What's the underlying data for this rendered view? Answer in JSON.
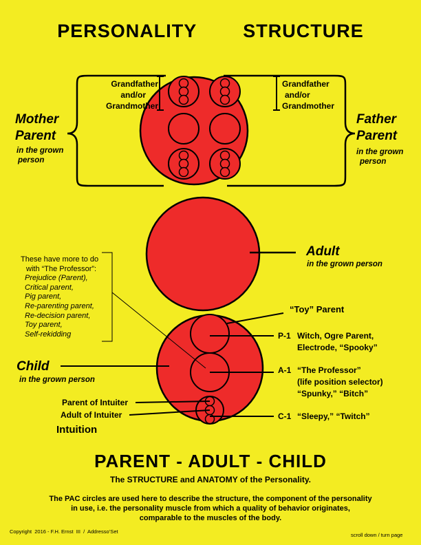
{
  "title": "PERSONALITY   STRUCTURE",
  "mother": {
    "label1": "Mother",
    "label2": "Parent",
    "sub1": "in the grown",
    "sub2": "person",
    "grandparents": [
      "Grandfather",
      "and/or",
      "Grandmother"
    ]
  },
  "father": {
    "label1": "Father",
    "label2": "Parent",
    "sub1": "in the grown",
    "sub2": "person",
    "grandparents": [
      "Grandfather",
      "and/or",
      "Grandmother"
    ]
  },
  "adult": {
    "label": "Adult",
    "sub": "in the grown person"
  },
  "professor_note": {
    "head1": "These have more to do",
    "head2": "with “The Professor”:",
    "items": [
      "Prejudice (Parent),",
      "Critical parent,",
      "Pig parent,",
      "Re-parenting parent,",
      "Re-decision parent,",
      "Toy parent,",
      "Self-rekidding"
    ]
  },
  "child": {
    "label": "Child",
    "sub": "in the grown person",
    "parent_of_intuiter": "Parent of Intuiter",
    "adult_of_intuiter": "Adult of Intuiter",
    "intuition": "Intuition"
  },
  "right_labels": {
    "toy_parent": "“Toy” Parent",
    "p1_code": "P-1",
    "p1_line1": "Witch, Ogre Parent,",
    "p1_line2": "Electrode, “Spooky”",
    "a1_code": "A-1",
    "a1_line1": "“The Professor”",
    "a1_line2": "(life position selector)",
    "a1_line3": "“Spunky,” “Bitch”",
    "c1_code": "C-1",
    "c1_line1": "“Sleepy,” “Twitch”"
  },
  "pac_title": "PARENT - ADULT - CHILD",
  "subtitle": "The STRUCTURE and ANATOMY of the Personality.",
  "description": [
    "The PAC circles are used here to describe the structure, the component of the personality",
    "in use, i.e. the personality muscle from which a quality of behavior originates,",
    "comparable to the muscles of the body."
  ],
  "copyright": "Copyright  2016 - F.H. Ernst  III  /  Addresso’Set",
  "scroll_hint": "scroll down / turn page",
  "colors": {
    "background": "#f3ec22",
    "circle_fill": "#ee2b2a",
    "stroke": "#000000"
  }
}
